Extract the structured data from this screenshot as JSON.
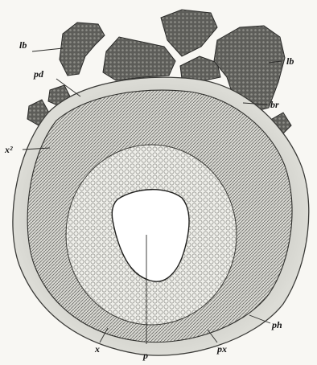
{
  "figure": {
    "labels": {
      "lb_left": "lb",
      "lb_right": "lb",
      "pd": "pd",
      "br": "br",
      "x2": "x²",
      "ph": "ph",
      "x": "x",
      "p": "p",
      "px": "px"
    }
  }
}
